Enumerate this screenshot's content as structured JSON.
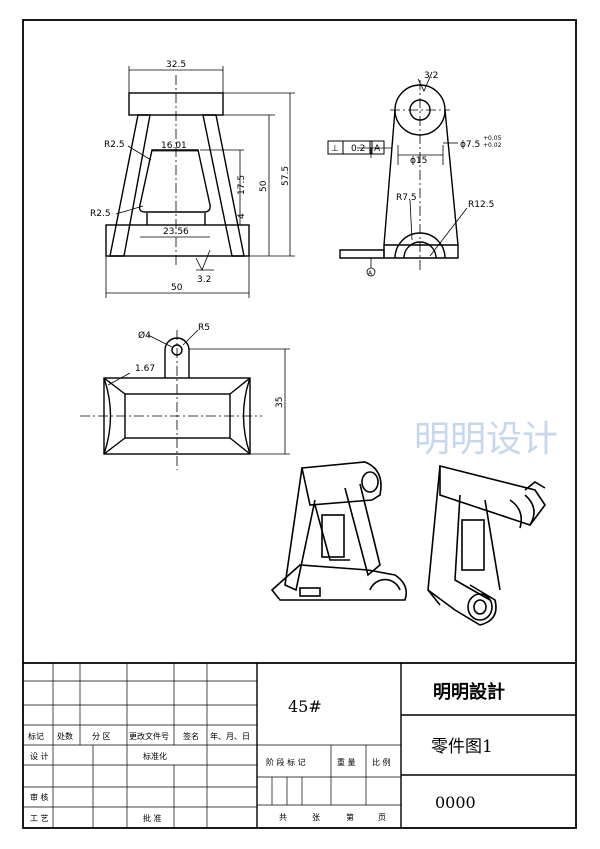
{
  "watermark": "明明设计",
  "views": {
    "front": {
      "dims": {
        "top_width": "32.5",
        "inner_top": "16.01",
        "inner_bottom": "23.56",
        "base_width": "50",
        "height_50": "50",
        "height_57_5": "57.5",
        "window_17_5": "17.5",
        "gap_4": "4",
        "radius_top": "R2.5",
        "radius_bottom": "R2.5",
        "roughness": "3.2"
      }
    },
    "side": {
      "dims": {
        "roughness": "3.2",
        "bore": "ϕ7.5",
        "tol_upper": "+0.05",
        "tol_lower": "+0.02",
        "boss": "ϕ15",
        "r_inner": "R7.5",
        "r_outer": "R12.5",
        "datum": "A"
      },
      "gdt": {
        "symbol": "⊥",
        "value": "0.2",
        "datum": "A"
      }
    },
    "top": {
      "dims": {
        "hole": "Ø4",
        "radius": "R5",
        "chamfer": "1.67",
        "height_35": "35"
      }
    }
  },
  "title_block": {
    "material": "45#",
    "company": "明明設計",
    "drawing_name": "零件图1",
    "drawing_number": "0000",
    "rev_headers": [
      "标记",
      "处数",
      "分 区",
      "更改文件号",
      "签名",
      "年、月、日"
    ],
    "role_design": "设 计",
    "role_standard": "标准化",
    "role_review": "审 核",
    "role_process": "工 艺",
    "role_approve": "批 准",
    "stage_headers": [
      "阶 段 标 记",
      "重 量",
      "比 例"
    ],
    "sheet_labels": [
      "共",
      "张",
      "第",
      "页"
    ]
  }
}
